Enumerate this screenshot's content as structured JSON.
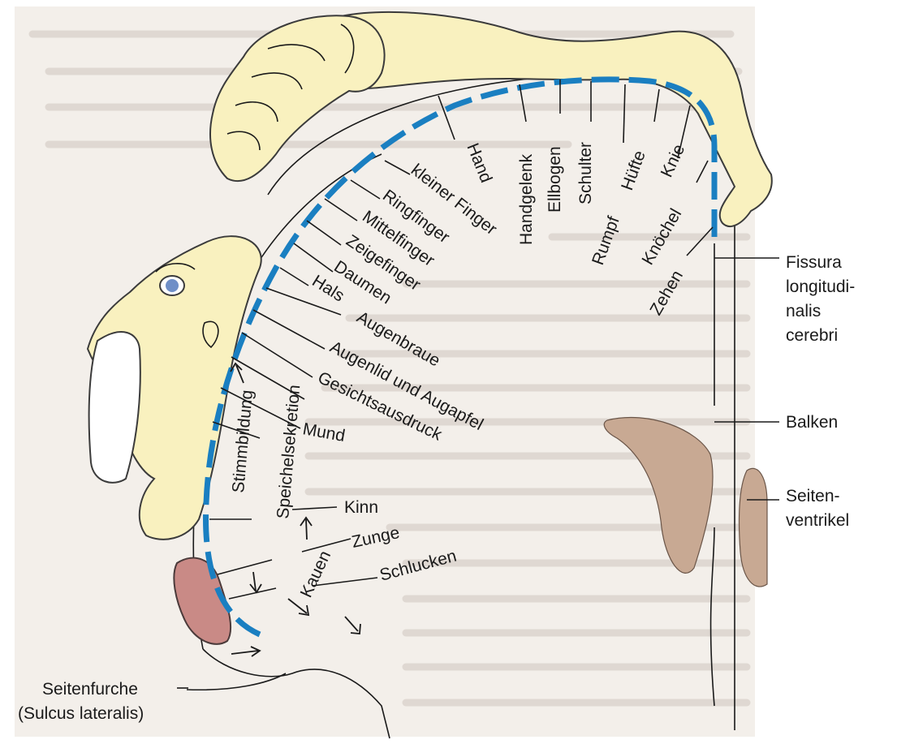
{
  "colors": {
    "cortex_line": "#1a7fc1",
    "homunculus": "#f9f1bf",
    "ventricle": "#c8a993",
    "page": "#f3efea"
  },
  "labels": {
    "hand": "Hand",
    "handgelenk": "Handgelenk",
    "ellbogen": "Ellbogen",
    "schulter": "Schulter",
    "rumpf": "Rumpf",
    "huefte": "Hüfte",
    "knie": "Knie",
    "knoechel": "Knöchel",
    "zehen": "Zehen",
    "kleiner_finger": "kleiner Finger",
    "ringfinger": "Ringfinger",
    "mittelfinger": "Mittelfinger",
    "zeigefinger": "Zeigefinger",
    "daumen": "Daumen",
    "hals": "Hals",
    "augenbraue": "Augenbraue",
    "augenlid": "Augenlid und Augapfel",
    "gesichtsausdruck": "Gesichtsausdruck",
    "mund": "Mund",
    "stimmbildung": "Stimmbildung",
    "speichelsekretion": "Speichelsekretion",
    "kauen": "Kauen",
    "kinn": "Kinn",
    "zunge": "Zunge",
    "schlucken": "Schlucken",
    "fissura": [
      "Fissura",
      "longitudi-",
      "nalis",
      "cerebri"
    ],
    "balken": "Balken",
    "seitenventrikel": [
      "Seiten-",
      "ventrikel"
    ],
    "seitenfurche": [
      "Seitenfurche",
      "(Sulcus lateralis)"
    ]
  }
}
